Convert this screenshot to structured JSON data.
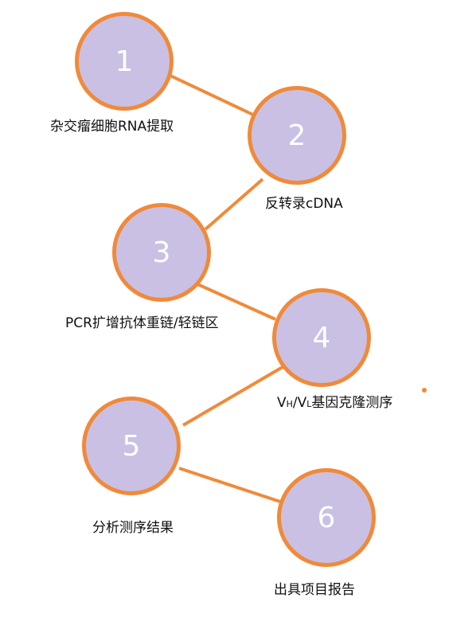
{
  "colors": {
    "circle_fill": "#c9c0e4",
    "circle_stroke": "#f08a3a",
    "connector": "#f08a3a",
    "number_text": "#ffffff",
    "label_text": "#111111"
  },
  "steps": [
    {
      "number": "1",
      "label": "杂交瘤细胞RNA提取"
    },
    {
      "number": "2",
      "label": "反转录cDNA"
    },
    {
      "number": "3",
      "label": "PCR扩增抗体重链/轻链区"
    },
    {
      "number": "4",
      "label_parts": [
        "V",
        "H",
        "/V",
        "L",
        "基因克隆测序"
      ]
    },
    {
      "number": "5",
      "label": "分析测序结果"
    },
    {
      "number": "6",
      "label": "出具项目报告"
    }
  ]
}
